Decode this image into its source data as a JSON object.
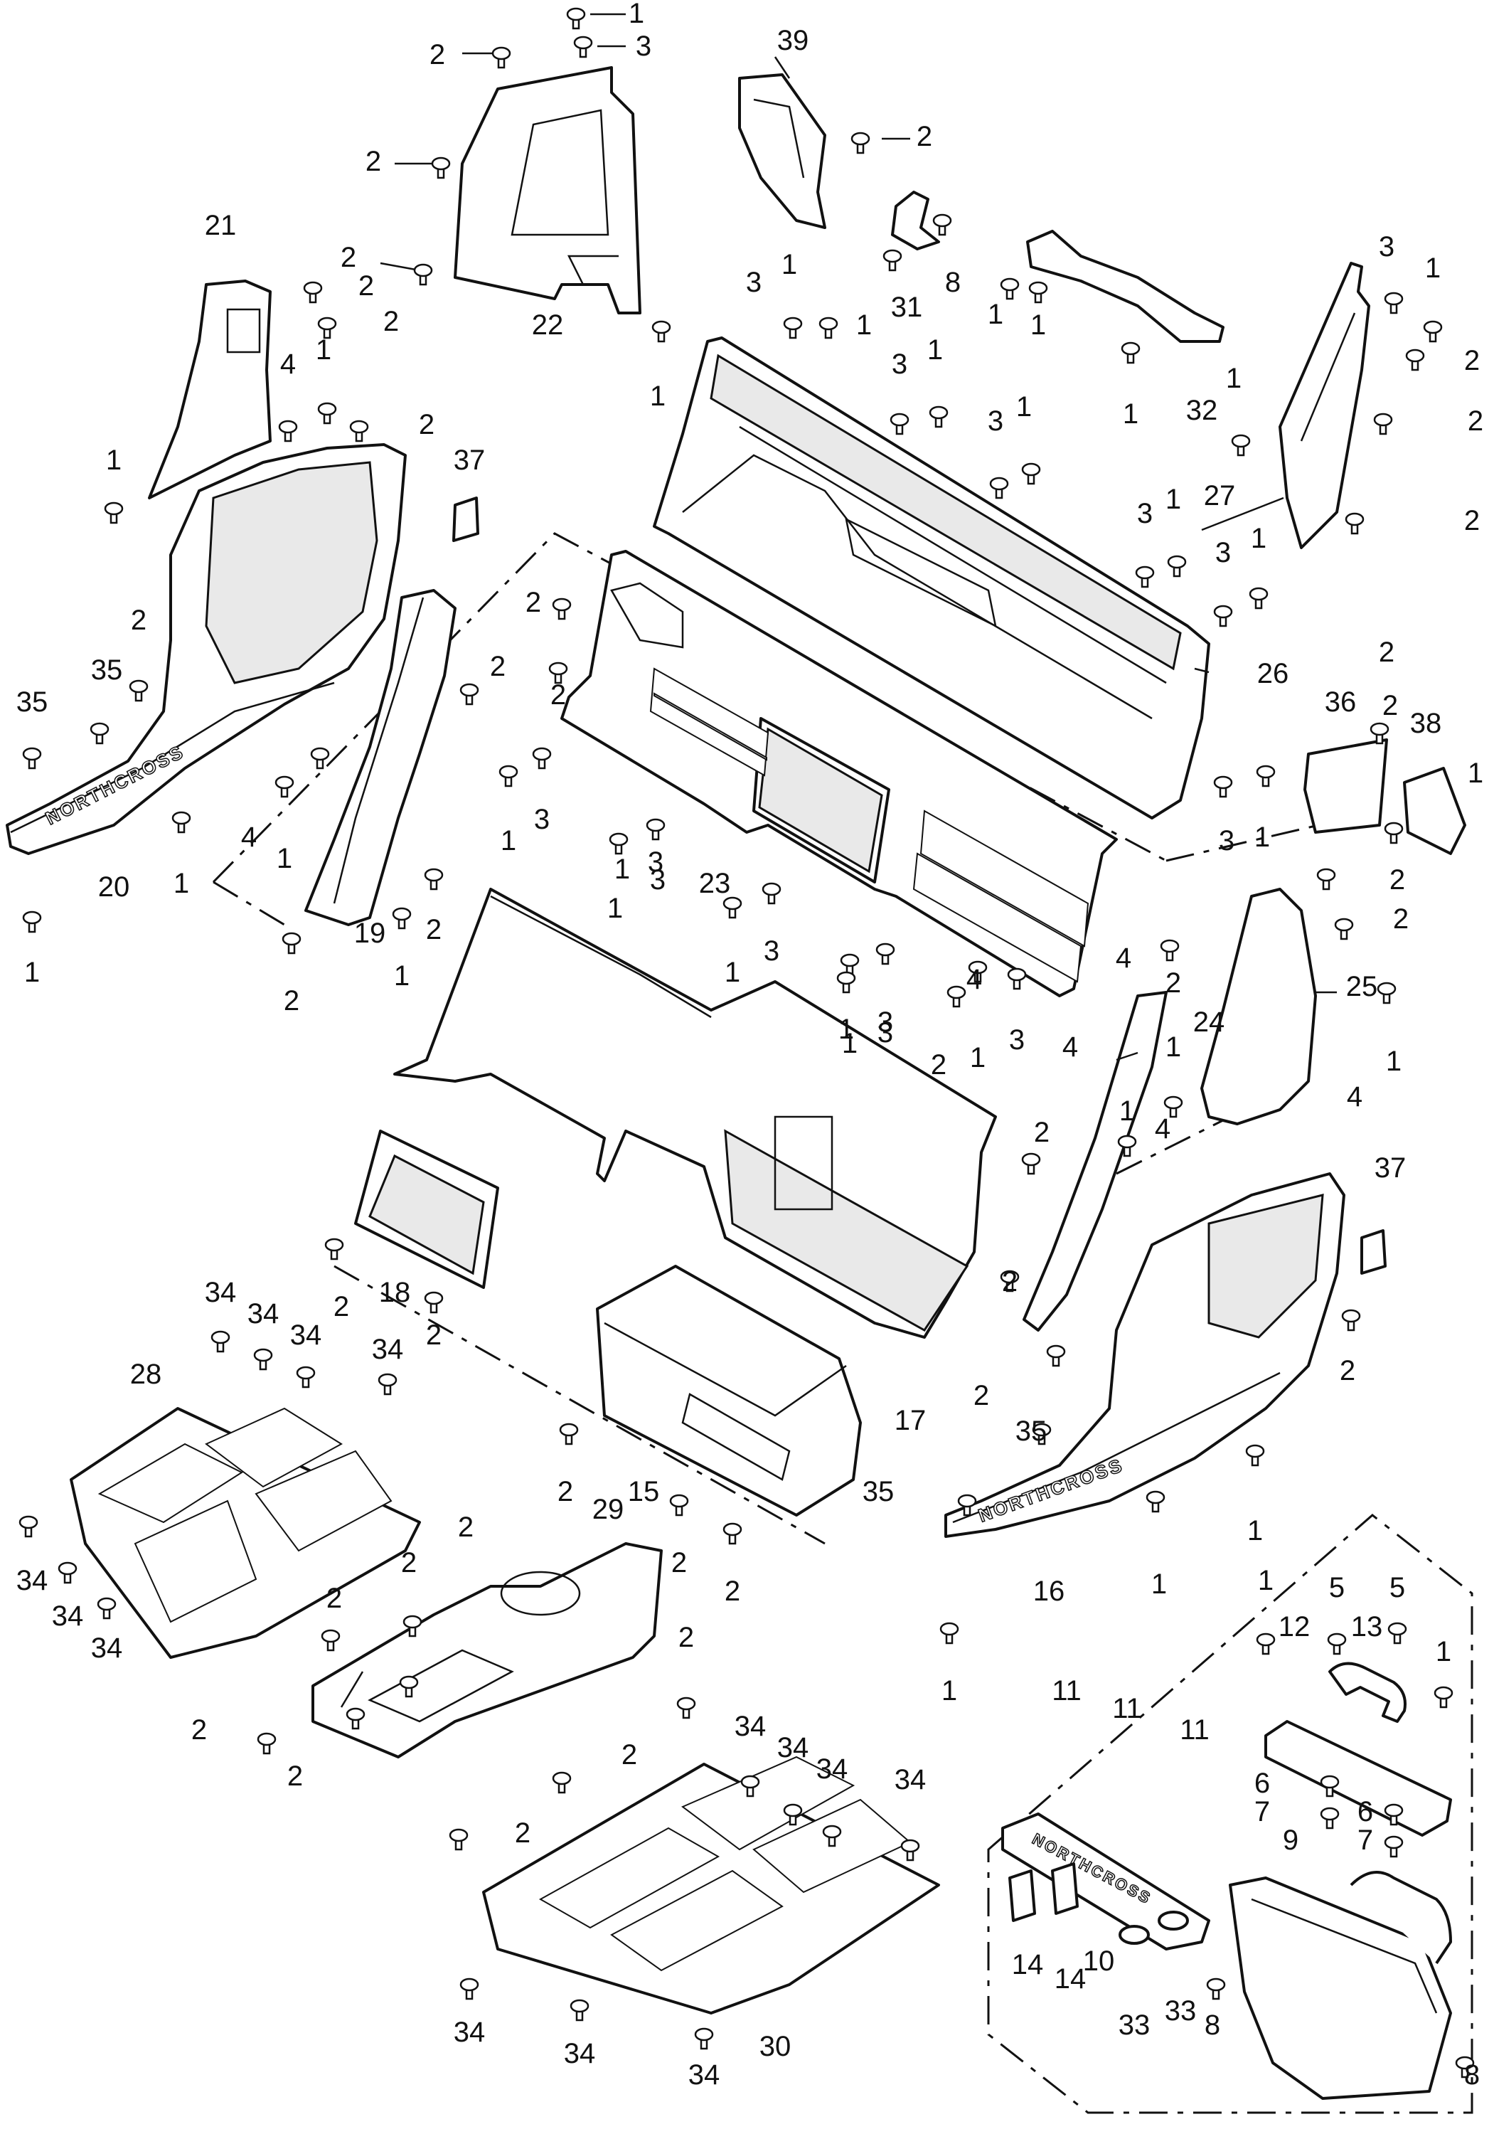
{
  "brand_mark": "NORTHCROSS",
  "callouts": [
    "1",
    "2",
    "3",
    "4",
    "5",
    "6",
    "7",
    "8",
    "9",
    "10",
    "11",
    "12",
    "13",
    "14",
    "15",
    "16",
    "17",
    "18",
    "19",
    "20",
    "21",
    "22",
    "23",
    "24",
    "25",
    "26",
    "27",
    "28",
    "29",
    "30",
    "31",
    "32",
    "33",
    "34",
    "35",
    "36",
    "37",
    "38",
    "39"
  ]
}
